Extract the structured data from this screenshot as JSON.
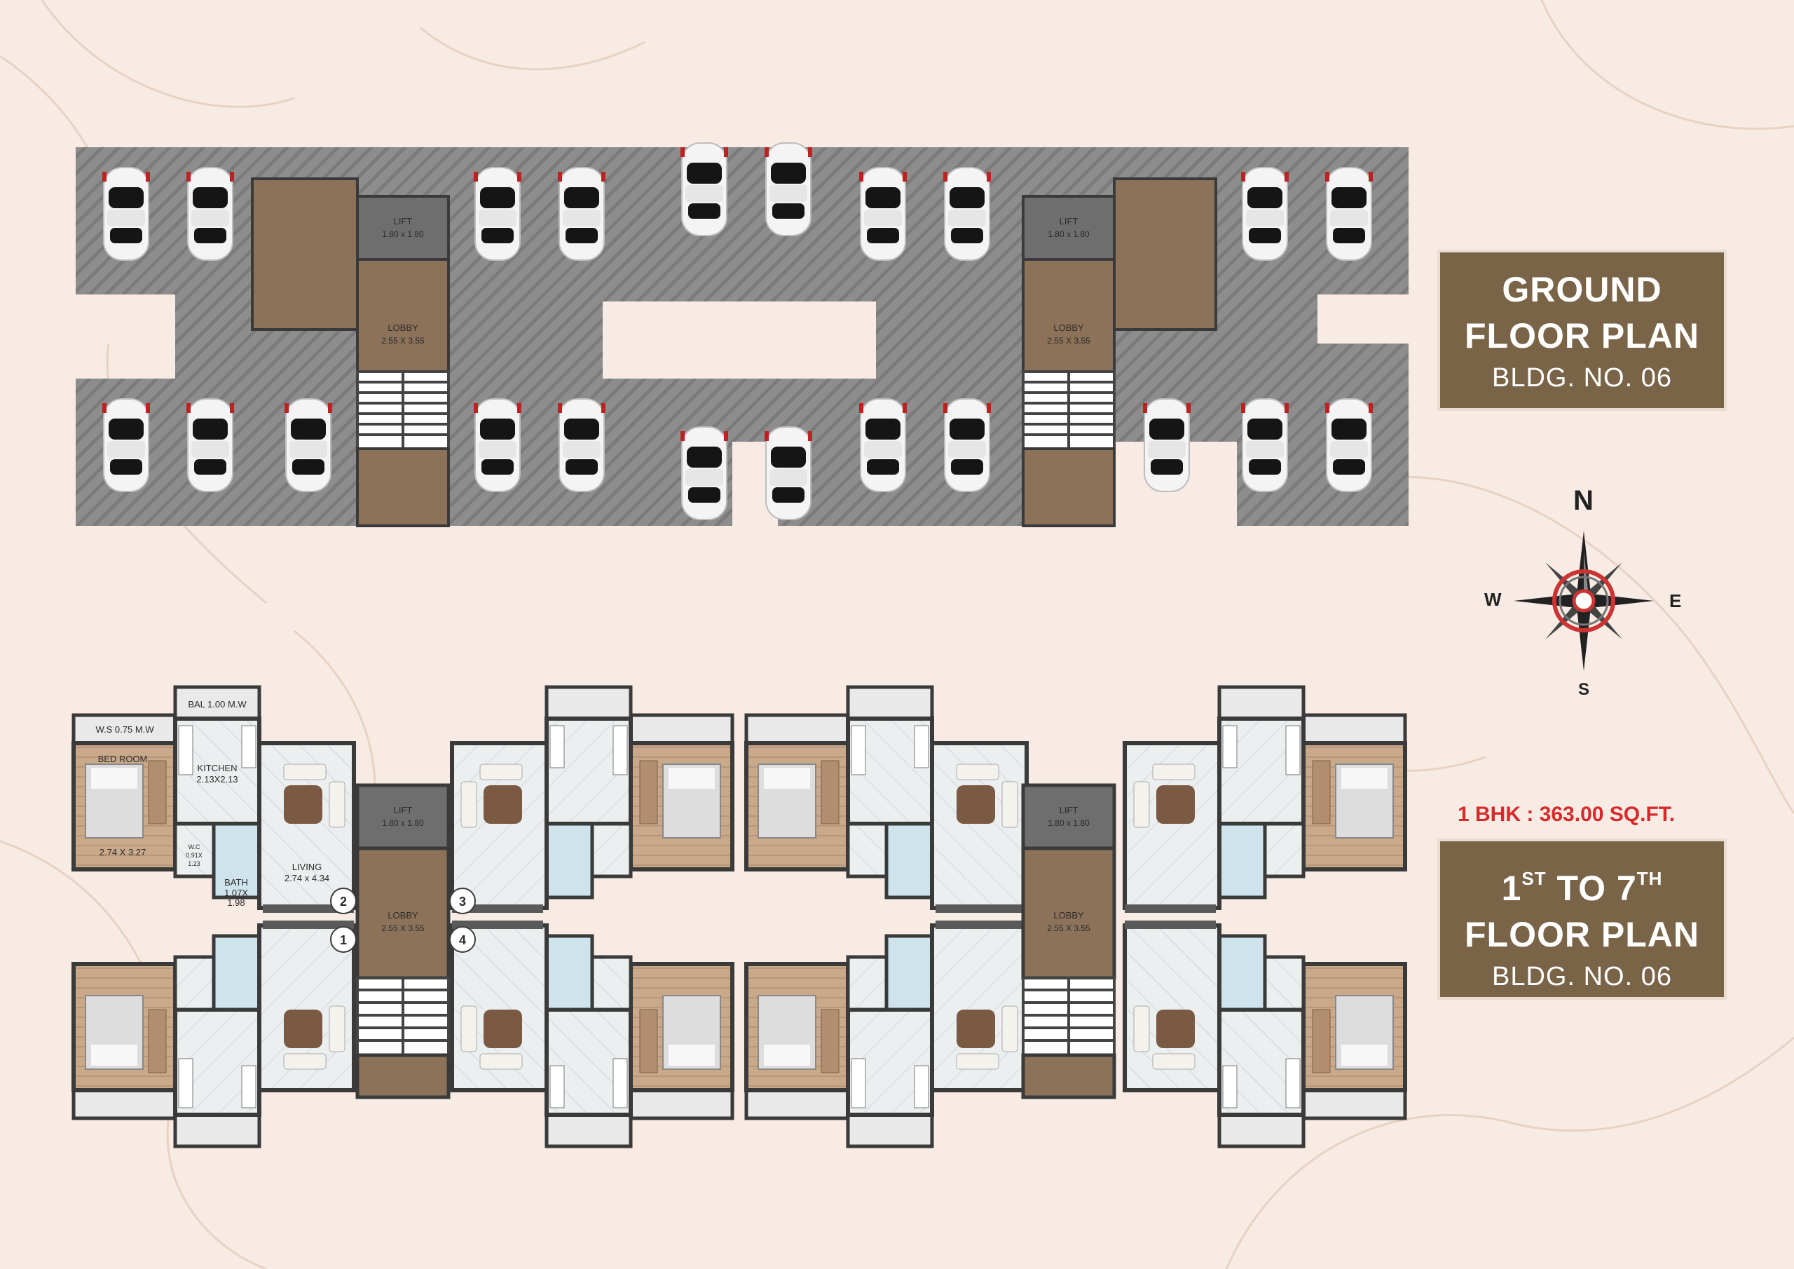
{
  "ground_plan": {
    "title_line1": "GROUND",
    "title_line2": "FLOOR PLAN",
    "building": "BLDG. NO.  06",
    "lift_label": "LIFT",
    "lift_size": "1.80 x 1.80",
    "lobby_label": "LOBBY",
    "lobby_size": "2.55 X 3.55"
  },
  "typical_plan": {
    "title_prefix_num1": "1",
    "title_sup1": "ST",
    "title_mid": " TO 7",
    "title_sup2": "TH",
    "title_line2": "FLOOR PLAN",
    "building": "BLDG. NO.  06",
    "area_note": "1 BHK : 363.00 SQ.FT.",
    "lift_label": "LIFT",
    "lift_size": "1.80 x 1.80",
    "lobby_label": "LOBBY",
    "lobby_size": "2.55 X 3.55"
  },
  "room_labels": {
    "bal": "BAL 1.00 M.W",
    "ws": "W.S 0.75 M.W",
    "bedroom": "BED ROOM",
    "bedroom_size": "2.74 X 3.27",
    "kitchen": "KITCHEN",
    "kitchen_size": "2.13X2.13",
    "living": "LIVING",
    "living_size": "2.74 x 4.34",
    "bath": "BATH",
    "bath_size_1": "1.07X",
    "bath_size_2": "1.98",
    "wc": "W.C",
    "wc_size_1": "0.91X",
    "wc_size_2": "1.23"
  },
  "flat_numbers": [
    "1",
    "2",
    "3",
    "4"
  ],
  "compass": {
    "n": "N",
    "s": "S",
    "e": "E",
    "w": "W"
  },
  "colors": {
    "background": "#f7ebe3",
    "plaque": "#7a6448",
    "lobby": "#8c7259",
    "paving": "#8b8b8b",
    "wall": "#3a3a3a",
    "accent_red": "#d6292b"
  }
}
